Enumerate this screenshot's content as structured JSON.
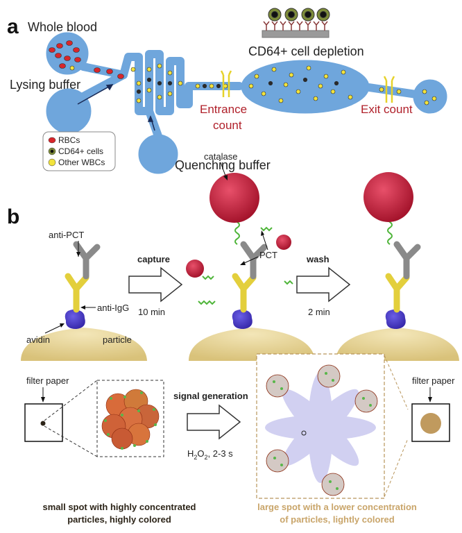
{
  "panel_a": {
    "label": "a",
    "whole_blood": "Whole blood",
    "lysing_buffer": "Lysing buffer",
    "quenching_buffer": "Quenching buffer",
    "depletion": "CD64+ cell depletion",
    "entrance_count": [
      "Entrance",
      "count"
    ],
    "exit_count": "Exit count",
    "legend": [
      "RBCs",
      "CD64+ cells",
      "Other WBCs"
    ],
    "colors": {
      "channel": "#6fa6dc",
      "rbc": "#d8262b",
      "cd64": "#2a2a2a",
      "wbc": "#f2e33c",
      "counter": "#e6d22a",
      "count_text": "#b0202a"
    }
  },
  "panel_b": {
    "label": "b",
    "anti_pct": "anti-PCT",
    "anti_igg": "anti-IgG",
    "avidin": "avidin",
    "particle": "particle",
    "capture": "capture",
    "capture_time": "10 min",
    "catalase": "catalase",
    "pct": "PCT",
    "wash": "wash",
    "wash_time": "2 min",
    "filter_paper": "filter paper",
    "signal_generation": "signal generation",
    "reagent_main": "H",
    "reagent_sub1": "2",
    "reagent_mid": "O",
    "reagent_sub2": "2",
    "reagent_tail": ", 2-3 s",
    "small_spot": [
      "small spot with highly concentrated",
      "particles, highly colored"
    ],
    "large_spot": [
      "large spot with a lower concentration",
      "of particles, lightly colored"
    ],
    "colors": {
      "surface": "#e9d79c",
      "antibody_gray": "#8a8a8a",
      "antibody_yellow": "#e3cf3c",
      "avidin": "#4b3cc9",
      "catalase": "#c4203a",
      "pct": "#4fb53a",
      "spot_text_left": "#2c2418",
      "spot_text_right": "#c9a56a"
    }
  }
}
